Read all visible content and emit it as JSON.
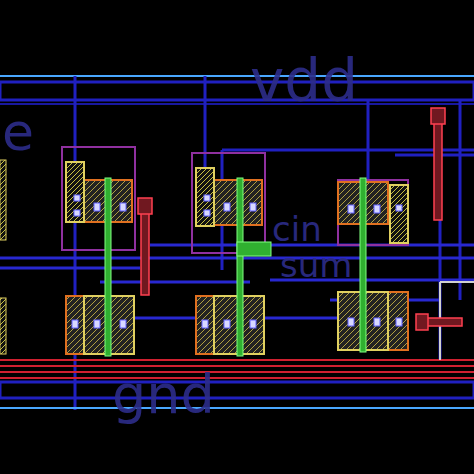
{
  "diagram": {
    "labels": [
      "vdd",
      "e",
      "cin",
      "sum",
      "gnd"
    ]
  }
}
